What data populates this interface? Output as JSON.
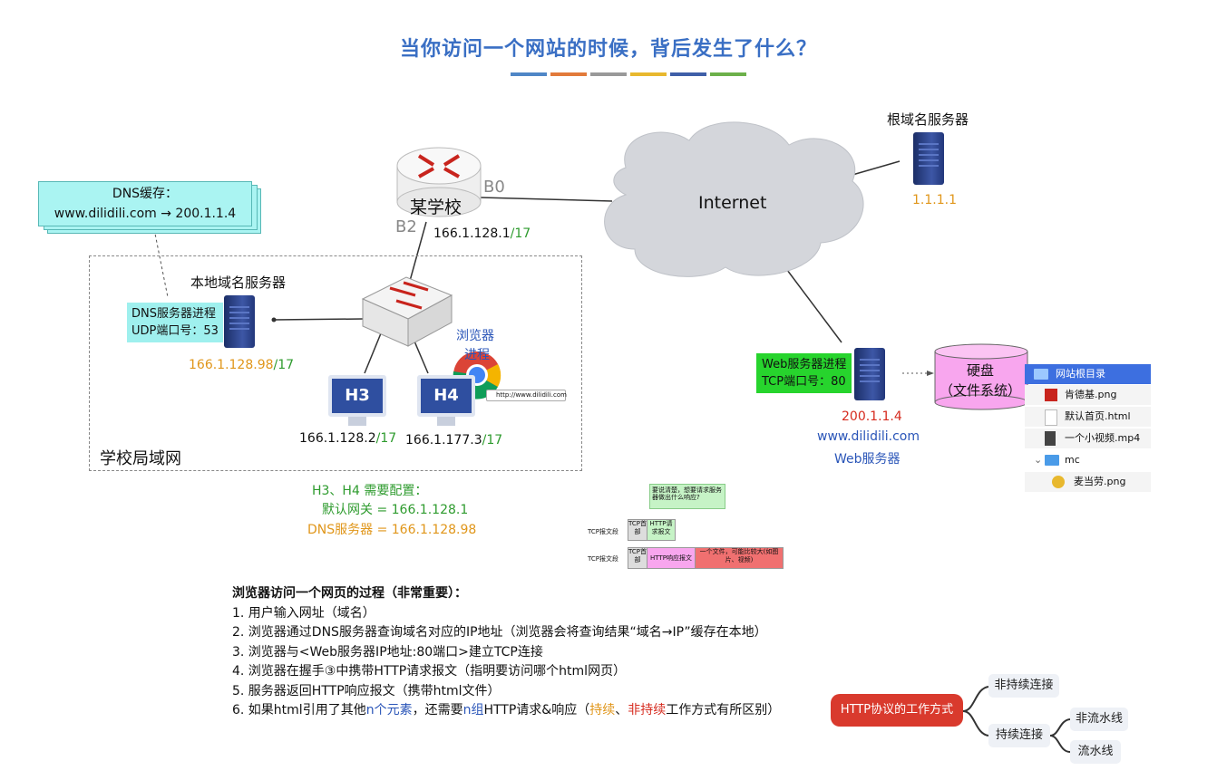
{
  "title": "当你访问一个网站的时候，背后发生了什么？",
  "title_bar_colors": [
    "#4f86c6",
    "#e27a3a",
    "#999999",
    "#e8b82e",
    "#3f5fa8",
    "#6cb04a"
  ],
  "dns_cache": {
    "heading": "DNS缓存：",
    "entry": "www.dilidili.com → 200.1.1.4"
  },
  "router": {
    "name": "某学校",
    "port_b0": "B0",
    "port_b2": "B2",
    "ip": "166.1.128.1",
    "mask": "/17"
  },
  "internet_label": "Internet",
  "root_dns": {
    "label": "根域名服务器",
    "ip": "1.1.1.1"
  },
  "local_dns": {
    "label": "本地域名服务器",
    "process_line1": "DNS服务器进程",
    "process_line2": "UDP端口号：53",
    "ip": "166.1.128.98",
    "mask": "/17"
  },
  "browser_label_line1": "浏览器",
  "browser_label_line2": "进程",
  "url_bar_text": "http://www.dilidili.com",
  "h3": {
    "name": "H3",
    "ip": "166.1.128.2",
    "mask": "/17"
  },
  "h4": {
    "name": "H4",
    "ip": "166.1.177.3",
    "mask": "/17"
  },
  "lan_label": "学校局域网",
  "config": {
    "line1": "H3、H4 需要配置：",
    "line2": "默认网关 = 166.1.128.1",
    "line3": "DNS服务器 = 166.1.128.98"
  },
  "web_server": {
    "process_line1": "Web服务器进程",
    "process_line2": "TCP端口号：80",
    "ip": "200.1.1.4",
    "domain": "www.dilidili.com",
    "label": "Web服务器"
  },
  "disk": {
    "line1": "硬盘",
    "line2": "（文件系统）"
  },
  "file_tree": {
    "root": "网站根目录",
    "files": [
      "肯德基.png",
      "默认首页.html",
      "一个小视频.mp4"
    ],
    "folder": "mc",
    "folder_files": [
      "麦当劳.png"
    ]
  },
  "tcp_diagram": {
    "note": "要说清楚，想要请求服务器做出什么响应?",
    "row1": {
      "label": "TCP报文段",
      "header": "TCP首部",
      "body": "HTTP请求报文"
    },
    "row2": {
      "label": "TCP报文段",
      "header": "TCP首部",
      "body": "HTTP响应报文",
      "extra": "一个文件，可能比较大(如图片、视频)"
    }
  },
  "steps": {
    "heading": "浏览器访问一个网页的过程",
    "heading_suffix": "（非常重要）：",
    "items": [
      "1. 用户输入网址（域名）",
      "2. 浏览器通过DNS服务器查询域名对应的IP地址（浏览器会将查询结果“域名→IP”缓存在本地）",
      "3. 浏览器与<Web服务器IP地址:80端口>建立TCP连接",
      "4. 浏览器在握手③中携带HTTP请求报文（指明要访问哪个html网页）",
      "5. 服务器返回HTTP响应报文（携带html文件）"
    ],
    "item6_a": "6. 如果html引用了其他",
    "item6_b": "n个元素",
    "item6_c": "，还需要",
    "item6_d": "n组",
    "item6_e": "HTTP请求&响应（",
    "item6_f": "持续",
    "item6_g": "、",
    "item6_h": "非持续",
    "item6_i": "工作方式有所区别）"
  },
  "mindmap": {
    "root": "HTTP协议的工作方式",
    "nonpersistent": "非持续连接",
    "persistent": "持续连接",
    "nonpipeline": "非流水线",
    "pipeline": "流水线"
  },
  "colors": {
    "blue": "#2a55b8",
    "green": "#2e9b2e",
    "orange": "#e0961a",
    "red": "#d62b1f"
  }
}
